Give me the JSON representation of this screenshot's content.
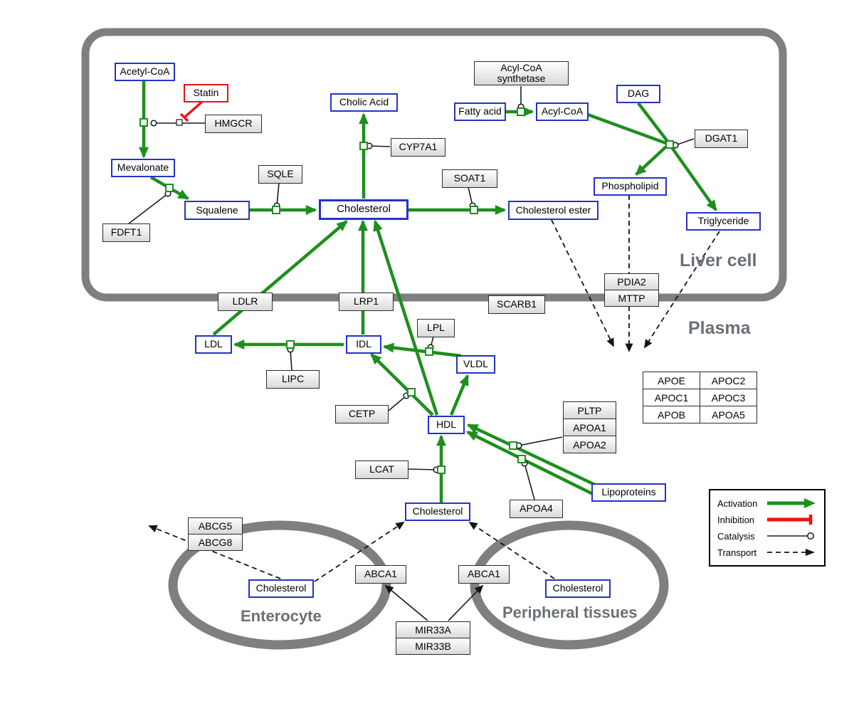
{
  "colors": {
    "metabolite_border": "#2433c8",
    "activation": "#1d8f1d",
    "inhibition": "#ee1111",
    "membrane": "#7f7f7f",
    "region_label": "#6b7075"
  },
  "regions": {
    "liver": "Liver cell",
    "plasma": "Plasma",
    "enterocyte": "Enterocyte",
    "peripheral": "Peripheral tissues"
  },
  "nodes": {
    "acetyl_coa": "Acetyl-CoA",
    "statin": "Statin",
    "hmgcr": "HMGCR",
    "mevalonate": "Mevalonate",
    "fdft1": "FDFT1",
    "squalene": "Squalene",
    "sqle": "SQLE",
    "cholesterol_liver": "Cholesterol",
    "cholic_acid": "Cholic Acid",
    "cyp7a1": "CYP7A1",
    "soat1": "SOAT1",
    "cholesterol_ester": "Cholesterol ester",
    "acyl_coa_synthetase": "Acyl-CoA synthetase",
    "fatty_acid": "Fatty acid",
    "acyl_coa": "Acyl-CoA",
    "dag": "DAG",
    "dgat1": "DGAT1",
    "phospholipid": "Phospholipid",
    "triglyceride": "Triglyceride",
    "ldlr": "LDLR",
    "lrp1": "LRP1",
    "scarb1": "SCARB1",
    "pdia2": "PDIA2",
    "mttp": "MTTP",
    "ldl": "LDL",
    "idl": "IDL",
    "lipc": "LIPC",
    "lpl": "LPL",
    "vldl": "VLDL",
    "cetp": "CETP",
    "hdl": "HDL",
    "lcat": "LCAT",
    "pltp": "PLTP",
    "apoa1": "APOA1",
    "apoa2": "APOA2",
    "apoa4": "APOA4",
    "lipoproteins": "Lipoproteins",
    "apoe": "APOE",
    "apoc2": "APOC2",
    "apoc1": "APOC1",
    "apoc3": "APOC3",
    "apob": "APOB",
    "apoa5": "APOA5",
    "cholesterol_plasma": "Cholesterol",
    "abcg5": "ABCG5",
    "abcg8": "ABCG8",
    "cholesterol_enterocyte": "Cholesterol",
    "abca1": "ABCA1",
    "cholesterol_peripheral": "Cholesterol",
    "mir33a": "MIR33A",
    "mir33b": "MIR33B"
  },
  "legend": {
    "activation": "Activation",
    "inhibition": "Inhibition",
    "catalysis": "Catalysis",
    "transport": "Transport"
  }
}
